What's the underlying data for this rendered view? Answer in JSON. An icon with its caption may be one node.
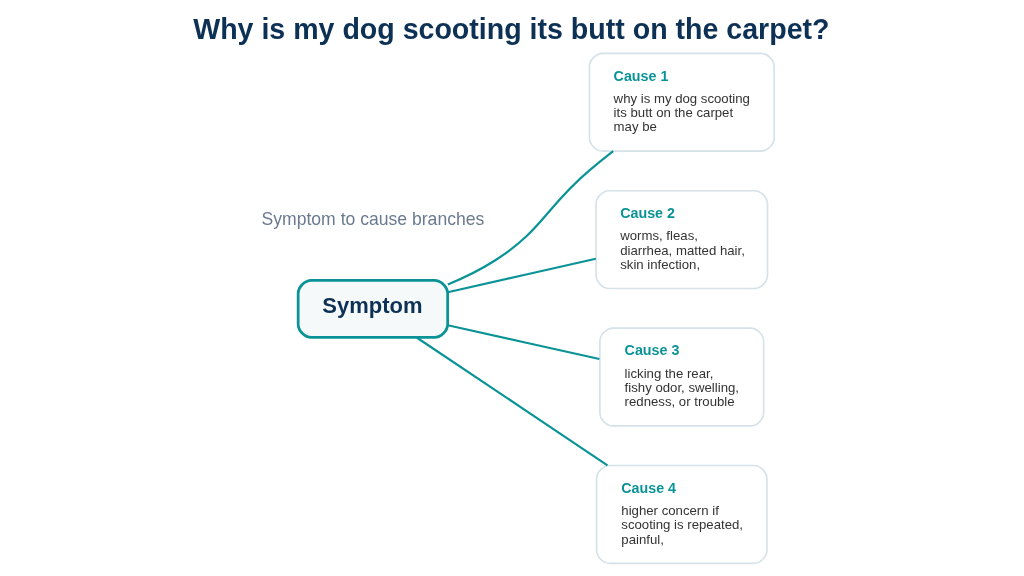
{
  "diagram": {
    "title": "Why is my dog scooting its butt on the carpet?",
    "nodes": [
      {
        "text": [
          "Symptom"
        ]
      },
      {
        "text": [
          "Cause 1",
          "why is my dog scooting its butt on the carpet may be"
        ]
      },
      {
        "text": [
          "Cause 2",
          "worms, fleas, diarrhea, matted hair, skin infection,"
        ]
      },
      {
        "text": [
          "Cause 3",
          "licking the rear, fishy odor, swelling, redness, or trouble"
        ]
      },
      {
        "text": [
          "Cause 4",
          "higher concern if scooting is repeated, painful,"
        ]
      }
    ],
    "edges": [
      {
        "from": 0,
        "to": 1,
        "arrow": "none"
      },
      {
        "from": 0,
        "to": 2,
        "arrow": "none"
      },
      {
        "from": 0,
        "to": 3,
        "arrow": "none"
      },
      {
        "from": 0,
        "to": 4,
        "arrow": "none"
      }
    ],
    "labels": [
      "Symptom to cause branches"
    ]
  }
}
